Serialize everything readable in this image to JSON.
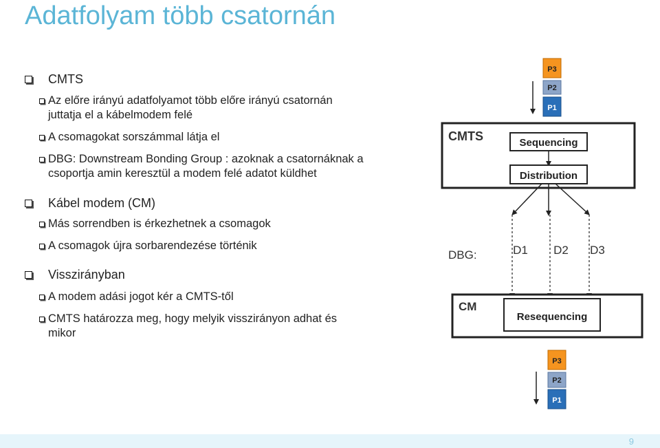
{
  "title": "Adatfolyam több csatornán",
  "bullets": {
    "cmts": {
      "label": "CMTS",
      "items": [
        {
          "line1": "Az előre irányú adatfolyamot több előre irányú csatornán",
          "line2": "juttatja el a kábelmodem felé"
        },
        {
          "line1": "A csomagokat sorszámmal látja el"
        },
        {
          "line1": "DBG: Downstream Bonding Group : azoknak a csatornáknak a",
          "line2": "csoportja amin keresztül a modem felé adatot küldhet"
        }
      ]
    },
    "cm": {
      "label": "Kábel modem (CM)",
      "items": [
        {
          "line1": "Más sorrendben is érkezhetnek a csomagok"
        },
        {
          "line1": "A csomagok újra sorbarendezése történik"
        }
      ]
    },
    "upstream": {
      "label": "Visszirányban",
      "items": [
        {
          "line1": "A modem adási jogot kér a CMTS-től"
        },
        {
          "line1": "CMTS határozza meg, hogy melyik visszirányon adhat és",
          "line2": "mikor"
        }
      ]
    }
  },
  "diagram": {
    "top_packets": [
      "P3",
      "P2",
      "P1"
    ],
    "cmts_label": "CMTS",
    "sequencing": "Sequencing",
    "distribution": "Distribution",
    "dbg_label": "DBG:",
    "channels": [
      "D1",
      "D2",
      "D3"
    ],
    "cm_label": "CM",
    "resequencing": "Resequencing",
    "bottom_packets": [
      "P3",
      "P2",
      "P1"
    ],
    "colors": {
      "p3": "#f5941f",
      "p2": "#8da5c8",
      "p1": "#2a6fb8"
    }
  },
  "footer": {
    "page": "9"
  }
}
